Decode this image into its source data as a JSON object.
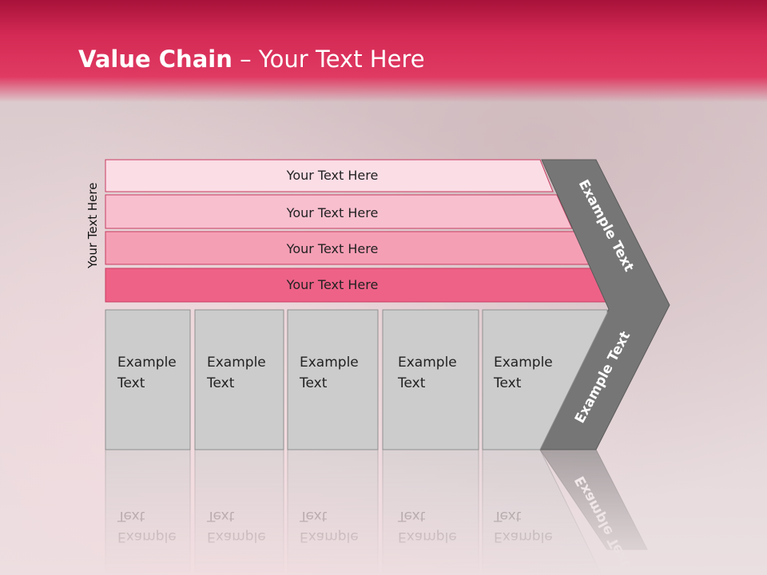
{
  "slide": {
    "title_bold": "Value Chain",
    "title_rest": " – Your Text Here"
  },
  "diagram": {
    "side_label": "Your Text Here",
    "bars": [
      {
        "label": "Your Text Here",
        "color": "#fbdde6"
      },
      {
        "label": "Your Text Here",
        "color": "#f8bfcf"
      },
      {
        "label": "Your Text Here",
        "color": "#f59fb5"
      },
      {
        "label": "Your Text Here",
        "color": "#ee6287"
      }
    ],
    "boxes": [
      {
        "line1": "Example",
        "line2": "Text"
      },
      {
        "line1": "Example",
        "line2": "Text"
      },
      {
        "line1": "Example",
        "line2": "Text"
      },
      {
        "line1": "Example",
        "line2": "Text"
      },
      {
        "line1": "Example",
        "line2": "Text"
      }
    ],
    "chevron_top_label": "Example Text",
    "chevron_bottom_label": "Example Text",
    "box_color": "#cccccc",
    "chevron_color": "#767676"
  }
}
